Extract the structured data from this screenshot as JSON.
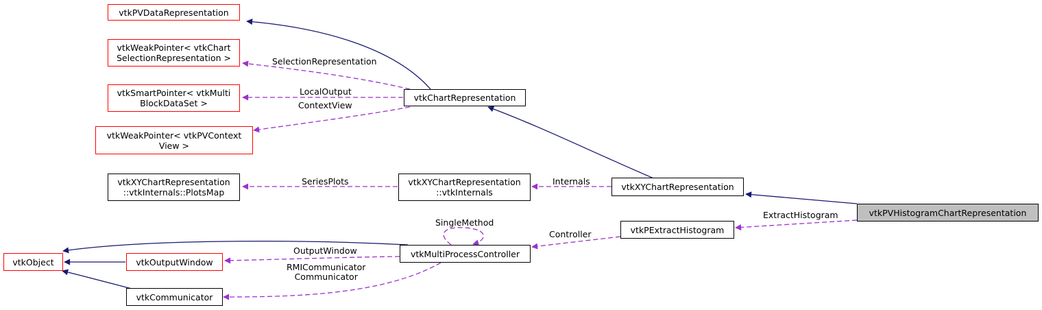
{
  "colors": {
    "inheritance": "#191970",
    "usage": "#9a32cd",
    "missing_border": "#ff0000",
    "focus_fill": "#bfbfbf"
  },
  "nodes": {
    "vtkPVDataRepresentation": "vtkPVDataRepresentation",
    "weakChartSel": "vtkWeakPointer< vtkChart\nSelectionRepresentation >",
    "smartMultiBlock": "vtkSmartPointer< vtkMulti\nBlockDataSet >",
    "weakContextView": "vtkWeakPointer< vtkPVContext\nView >",
    "plotsMap": "vtkXYChartRepresentation\n::vtkInternals::PlotsMap",
    "vtkChartRepresentation": "vtkChartRepresentation",
    "vtkInternals": "vtkXYChartRepresentation\n::vtkInternals",
    "vtkXYChartRepresentation": "vtkXYChartRepresentation",
    "histogramChart": "vtkPVHistogramChartRepresentation",
    "extractHistogram": "vtkPExtractHistogram",
    "mpController": "vtkMultiProcessController",
    "vtkObject": "vtkObject",
    "outputWindow": "vtkOutputWindow",
    "communicator": "vtkCommunicator"
  },
  "edge_labels": {
    "selectionRepresentation": "SelectionRepresentation",
    "localOutput": "LocalOutput",
    "contextView": "ContextView",
    "seriesPlots": "SeriesPlots",
    "internals": "Internals",
    "extractHistogram": "ExtractHistogram",
    "controller": "Controller",
    "singleMethod": "SingleMethod",
    "outputWindow": "OutputWindow",
    "communicators": "RMICommunicator\nCommunicator"
  }
}
